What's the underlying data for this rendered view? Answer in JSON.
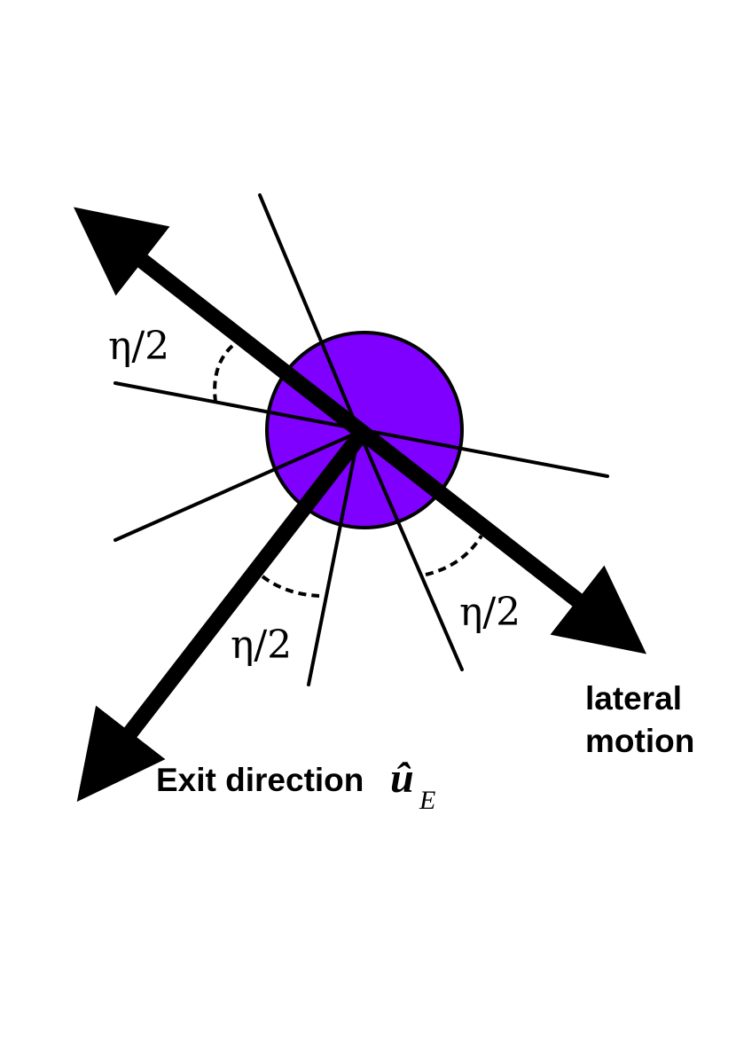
{
  "colors": {
    "particle": "#7f00ff",
    "ink": "#000000",
    "background": "#ffffff"
  },
  "labels": {
    "eta_upper_left": "η/2",
    "eta_lower_middle": "η/2",
    "eta_lower_right": "η/2",
    "lateral_motion_line1": "lateral",
    "lateral_motion_line2": "motion",
    "exit_direction": "Exit direction",
    "exit_symbol": "û",
    "exit_symbol_subscript": "E"
  }
}
